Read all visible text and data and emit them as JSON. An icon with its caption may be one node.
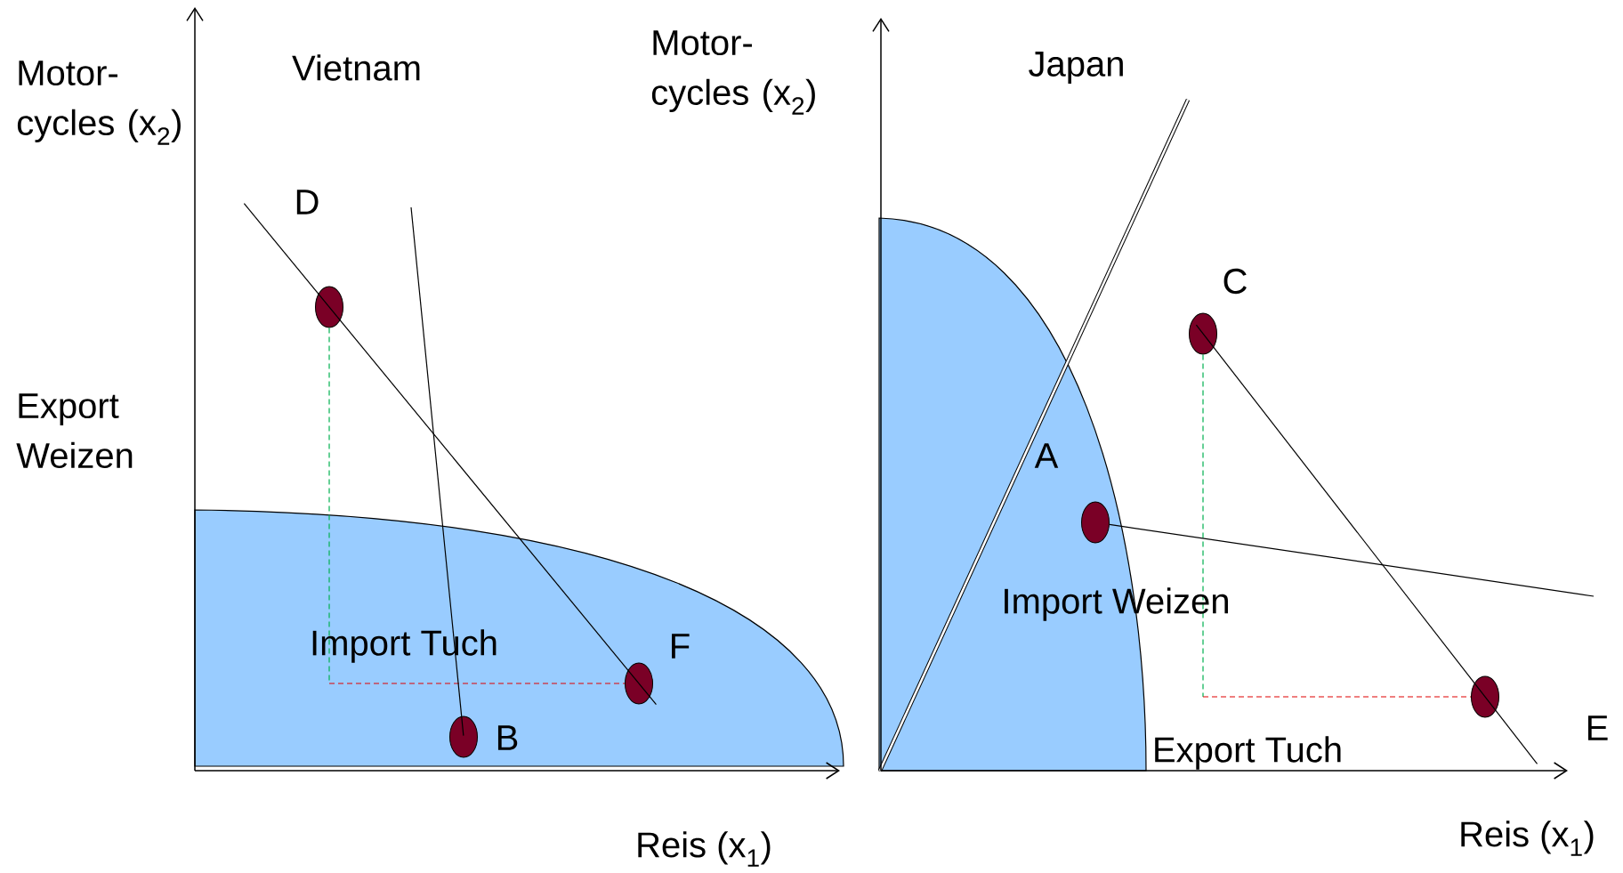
{
  "diagram": {
    "nodes": [
      {
        "text": [],
        "shape": "circle",
        "beside": [
          "D"
        ]
      },
      {
        "text": [],
        "shape": "circle",
        "beside": [
          "F"
        ]
      },
      {
        "text": [],
        "shape": "circle",
        "beside": [
          "B"
        ]
      },
      {
        "text": [],
        "shape": "circle",
        "beside": [
          "C"
        ]
      },
      {
        "text": [],
        "shape": "circle",
        "beside": [
          "A"
        ]
      },
      {
        "text": [],
        "shape": "circle",
        "beside": [
          "E"
        ]
      }
    ],
    "edges": [
      {
        "from": 0,
        "to": 1,
        "arrow": "none"
      },
      {
        "from": 0,
        "to": 1,
        "arrow": "none",
        "style": "dashed",
        "color": "#00b050"
      },
      {
        "from": 2,
        "to": null,
        "arrow": "none"
      },
      {
        "from": 3,
        "to": 5,
        "arrow": "none"
      },
      {
        "from": 3,
        "to": 5,
        "arrow": "none",
        "style": "dashed",
        "color": "#00b050"
      },
      {
        "from": 4,
        "to": null,
        "arrow": "none"
      }
    ],
    "labels": [
      "Motor- cycles (x$_{2}$)",
      "Vietnam",
      "Export Weizen",
      "Import Tuch",
      "Reis (x$_{1}$)",
      "Motor- cycles (x$_{2}$)",
      "Japan",
      "Import Weizen",
      "Export Tuch",
      "Reis (x$_{1}$)"
    ]
  }
}
